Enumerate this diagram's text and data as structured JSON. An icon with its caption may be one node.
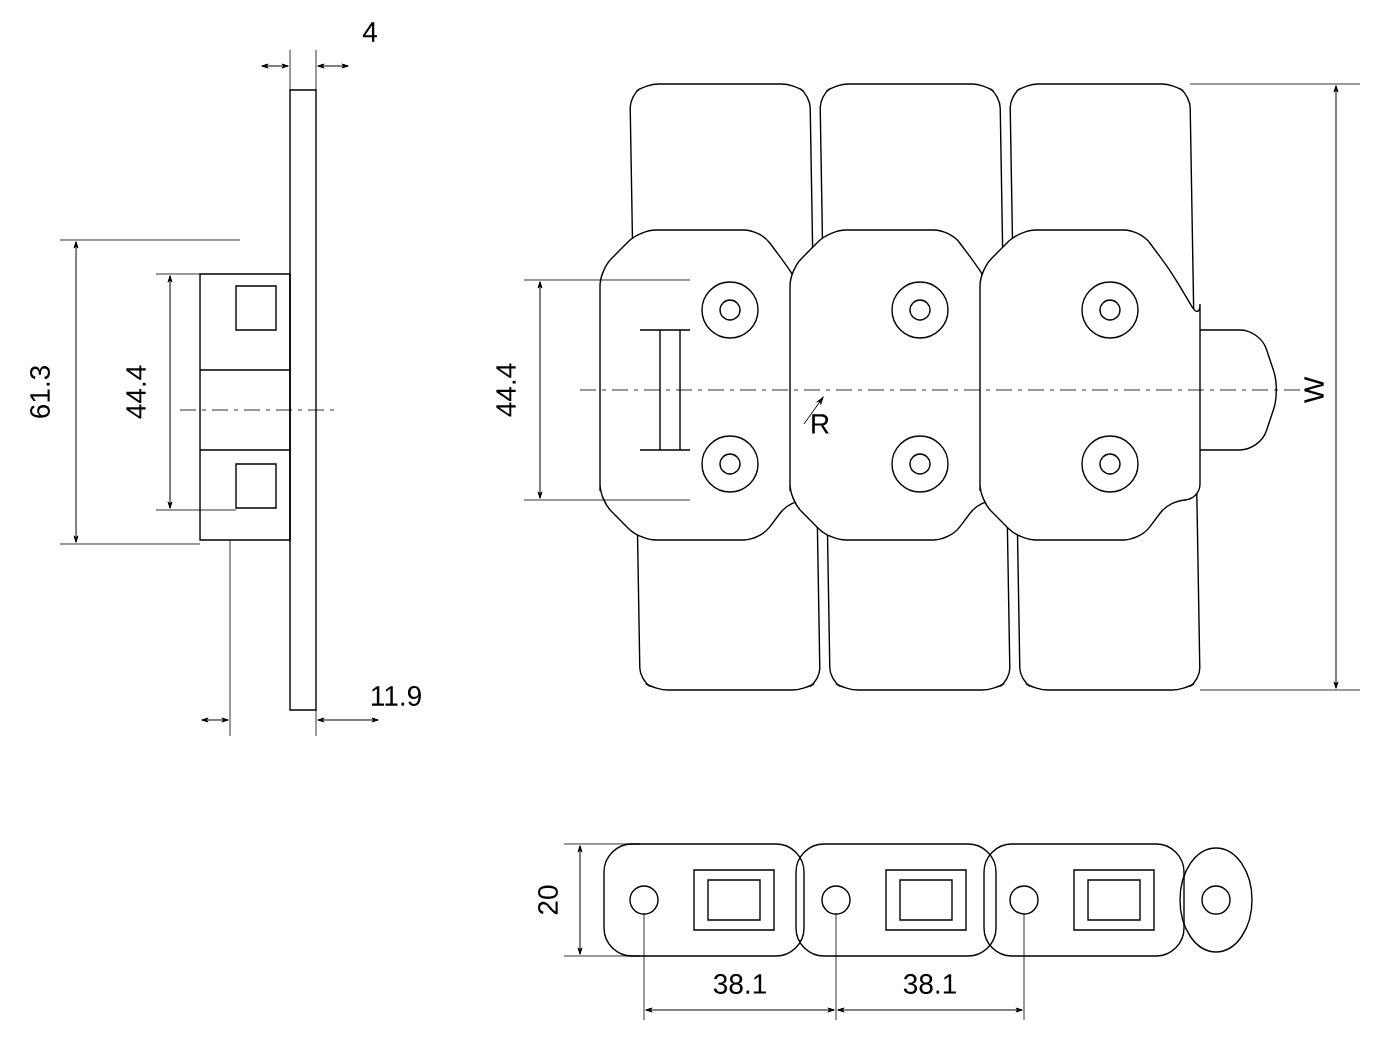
{
  "diagram": {
    "labels": [
      "4",
      "61.3",
      "44.4",
      "11.9",
      "44.4",
      "R",
      "W",
      "20",
      "38.1",
      "38.1"
    ]
  }
}
